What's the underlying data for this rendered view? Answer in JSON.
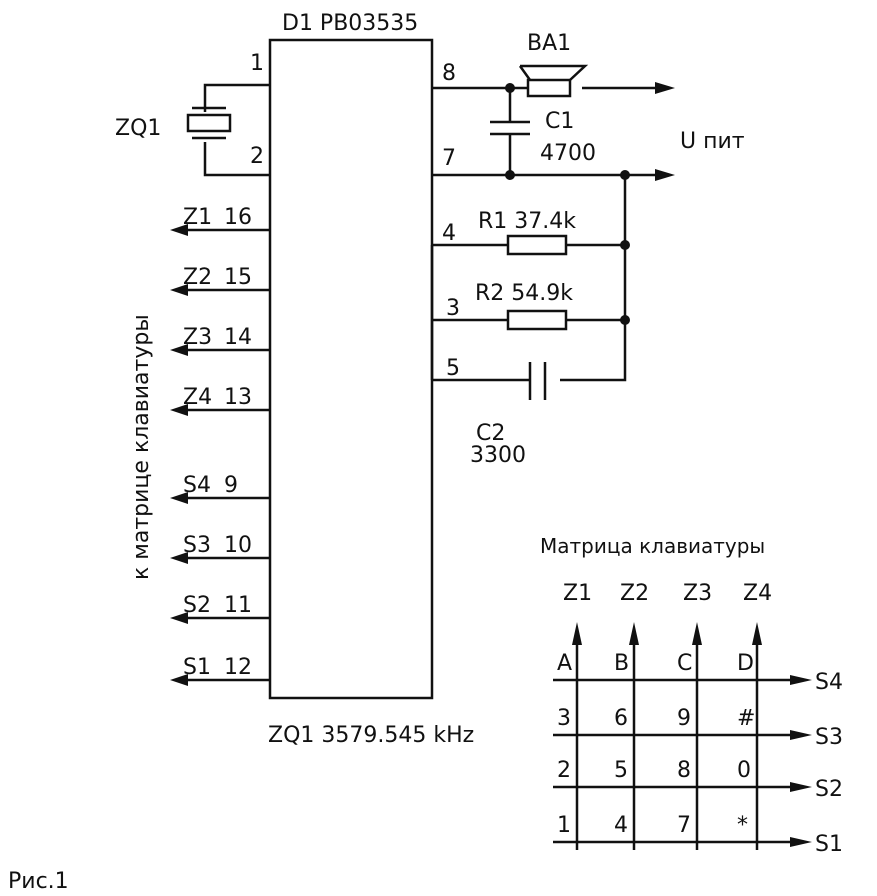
{
  "ic": {
    "label": "D1 PB03535"
  },
  "left_pins": [
    {
      "pin": "1"
    },
    {
      "pin": "2"
    }
  ],
  "signal_pins": [
    {
      "signal": "Z1",
      "pin": "16"
    },
    {
      "signal": "Z2",
      "pin": "15"
    },
    {
      "signal": "Z3",
      "pin": "14"
    },
    {
      "signal": "Z4",
      "pin": "13"
    },
    {
      "signal": "S4",
      "pin": "9"
    },
    {
      "signal": "S3",
      "pin": "10"
    },
    {
      "signal": "S2",
      "pin": "11"
    },
    {
      "signal": "S1",
      "pin": "12"
    }
  ],
  "right_pins": {
    "p8": "8",
    "p7": "7",
    "p4": "4",
    "p3": "3",
    "p5": "5"
  },
  "components": {
    "crystal": "ZQ1",
    "speaker": "BA1",
    "c1_name": "C1",
    "c1_value": "4700",
    "r1": "R1 37.4k",
    "r2": "R2 54.9k",
    "c2_name": "C2",
    "c2_value": "3300"
  },
  "supply_label": "U пит",
  "side_label": "к матрице клавиатуры",
  "crystal_note": "ZQ1 3579.545 kHz",
  "matrix": {
    "title": "Матрица клавиатуры",
    "columns": [
      "Z1",
      "Z2",
      "Z3",
      "Z4"
    ],
    "rows": [
      {
        "name": "S4",
        "keys": [
          "A",
          "B",
          "C",
          "D"
        ]
      },
      {
        "name": "S3",
        "keys": [
          "3",
          "6",
          "9",
          "#"
        ]
      },
      {
        "name": "S2",
        "keys": [
          "2",
          "5",
          "8",
          "0"
        ]
      },
      {
        "name": "S1",
        "keys": [
          "1",
          "4",
          "7",
          "*"
        ]
      }
    ]
  },
  "figure_caption": "Рис.1"
}
